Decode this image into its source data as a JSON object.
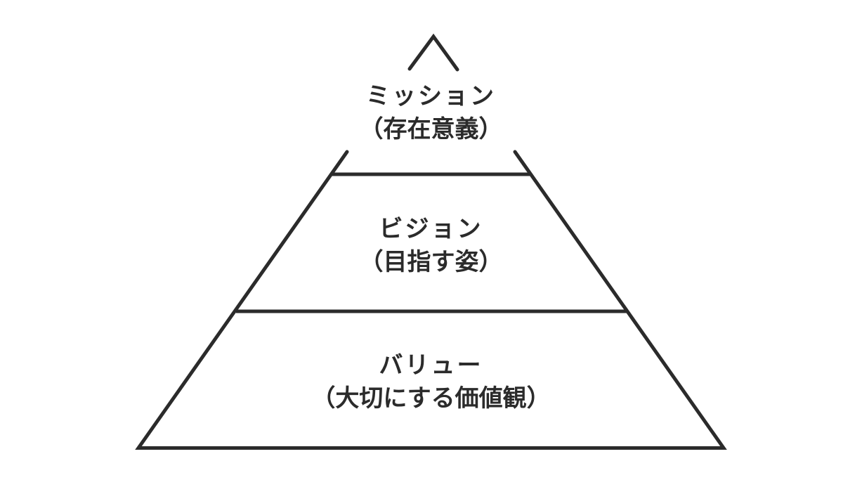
{
  "diagram": {
    "type": "pyramid",
    "tiers": [
      {
        "id": "mission",
        "label": "ミッション",
        "sublabel": "（存在意義）"
      },
      {
        "id": "vision",
        "label": "ビジョン",
        "sublabel": "（目指す姿）"
      },
      {
        "id": "value",
        "label": "バリュー",
        "sublabel": "（大切にする価値観）"
      }
    ],
    "colors": {
      "line": "#2b2b2b",
      "text": "#2b2b2b",
      "background": "#ffffff"
    }
  }
}
